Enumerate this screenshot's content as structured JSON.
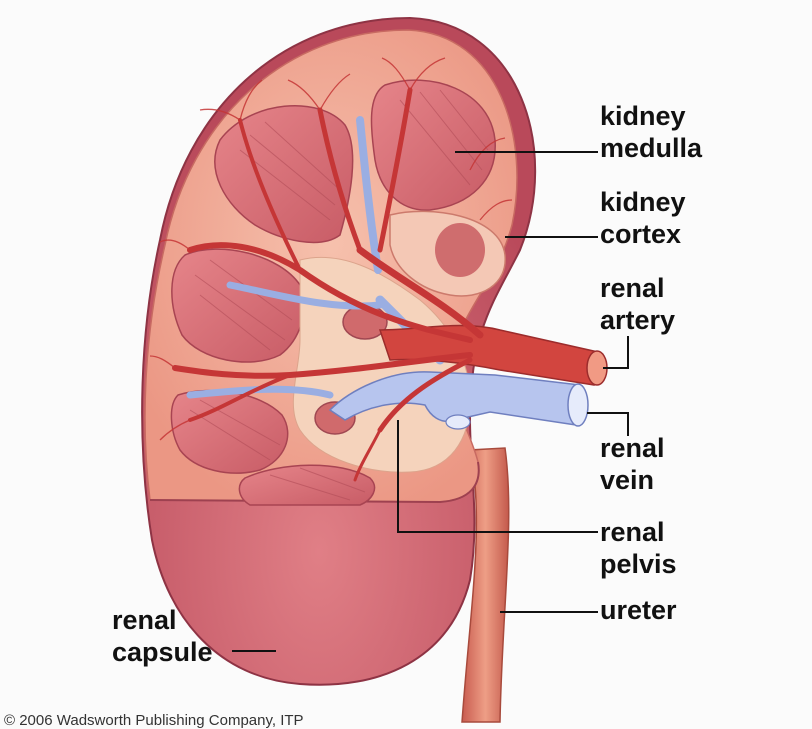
{
  "labels": {
    "kidney_medulla": [
      "kidney",
      "medulla"
    ],
    "kidney_cortex": [
      "kidney",
      "cortex"
    ],
    "renal_artery": [
      "renal",
      "artery"
    ],
    "renal_vein": [
      "renal",
      "vein"
    ],
    "renal_pelvis": [
      "renal",
      "pelvis"
    ],
    "ureter": [
      "ureter"
    ],
    "renal_capsule": [
      "renal",
      "capsule"
    ]
  },
  "credit": "© 2006 Wadsworth Publishing Company, ITP",
  "colors": {
    "capsule": "#c95a66",
    "cortex": "#f0a492",
    "medulla": "#d9727a",
    "artery": "#cf3d3f",
    "vein": "#a9b8e6",
    "pelvis": "#f6d1b6",
    "ureter": "#d66f5c",
    "leader_line": "#111111"
  }
}
